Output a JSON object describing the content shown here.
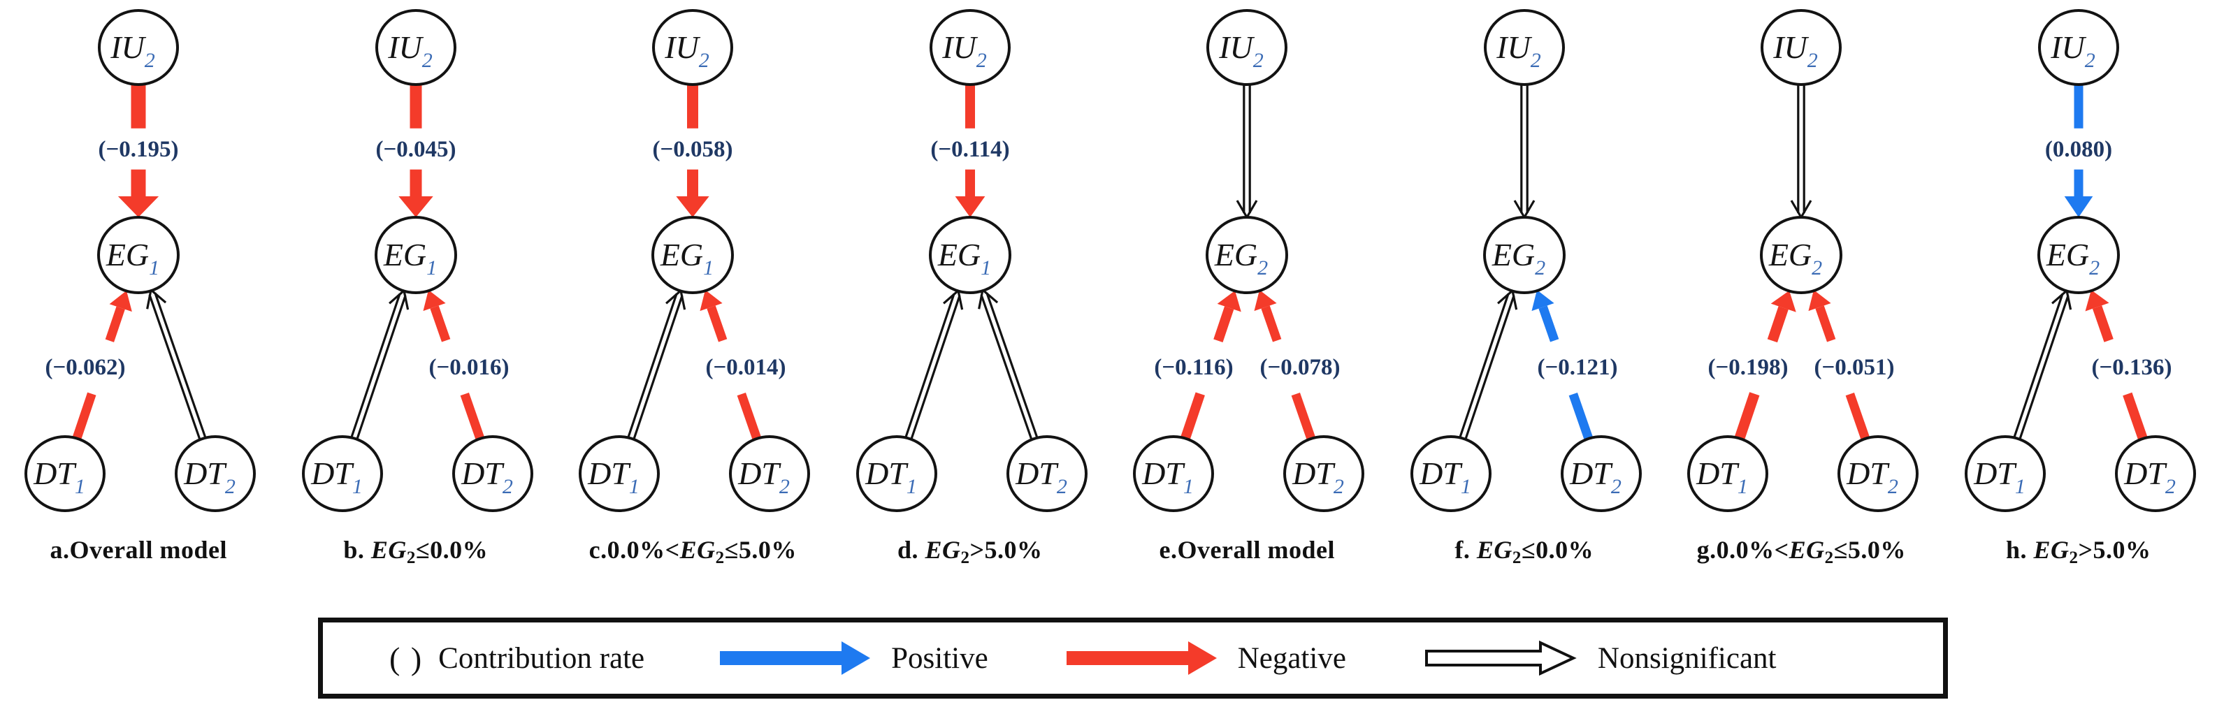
{
  "figure": {
    "colors": {
      "positive": "#1e7af0",
      "negative": "#f43b2a",
      "nonsignificant": "#121212",
      "label_text": "#1f3864",
      "node_text": "#141414",
      "node_sub": "#3a6bb5",
      "caption": "#111111"
    },
    "diagrams": [
      {
        "id": "a",
        "caption_parts": [
          {
            "t": "a.Overall model"
          }
        ],
        "nodes": {
          "top": {
            "base": "IU",
            "sub": "2"
          },
          "mid": {
            "base": "EG",
            "sub": "1"
          },
          "bl": {
            "base": "DT",
            "sub": "1"
          },
          "br": {
            "base": "DT",
            "sub": "2"
          }
        },
        "edges": {
          "top_mid": {
            "type": "negative",
            "label": "(−0.195)",
            "w": 21
          },
          "bl_mid": {
            "type": "negative",
            "label": "(−0.062)",
            "w": 13
          },
          "br_mid": {
            "type": "nonsignificant"
          }
        }
      },
      {
        "id": "b",
        "caption_parts": [
          {
            "t": "b. "
          },
          {
            "t": "EG",
            "it": true
          },
          {
            "t": "2",
            "sb": true
          },
          {
            "t": "≤0.0%"
          }
        ],
        "nodes": {
          "top": {
            "base": "IU",
            "sub": "2"
          },
          "mid": {
            "base": "EG",
            "sub": "1"
          },
          "bl": {
            "base": "DT",
            "sub": "1"
          },
          "br": {
            "base": "DT",
            "sub": "2"
          }
        },
        "edges": {
          "top_mid": {
            "type": "negative",
            "label": "(−0.045)",
            "w": 17
          },
          "bl_mid": {
            "type": "nonsignificant"
          },
          "br_mid": {
            "type": "negative",
            "label": "(−0.016)",
            "w": 13
          }
        }
      },
      {
        "id": "c",
        "caption_parts": [
          {
            "t": "c.0.0%<"
          },
          {
            "t": "EG",
            "it": true
          },
          {
            "t": "2",
            "sb": true
          },
          {
            "t": "≤5.0%"
          }
        ],
        "nodes": {
          "top": {
            "base": "IU",
            "sub": "2"
          },
          "mid": {
            "base": "EG",
            "sub": "1"
          },
          "bl": {
            "base": "DT",
            "sub": "1"
          },
          "br": {
            "base": "DT",
            "sub": "2"
          }
        },
        "edges": {
          "top_mid": {
            "type": "negative",
            "label": "(−0.058)",
            "w": 16
          },
          "bl_mid": {
            "type": "nonsignificant"
          },
          "br_mid": {
            "type": "negative",
            "label": "(−0.014)",
            "w": 13
          }
        }
      },
      {
        "id": "d",
        "caption_parts": [
          {
            "t": "d. "
          },
          {
            "t": "EG",
            "it": true
          },
          {
            "t": "2",
            "sb": true
          },
          {
            "t": ">5.0%"
          }
        ],
        "nodes": {
          "top": {
            "base": "IU",
            "sub": "2"
          },
          "mid": {
            "base": "EG",
            "sub": "1"
          },
          "bl": {
            "base": "DT",
            "sub": "1"
          },
          "br": {
            "base": "DT",
            "sub": "2"
          }
        },
        "edges": {
          "top_mid": {
            "type": "negative",
            "label": "(−0.114)",
            "w": 14
          },
          "bl_mid": {
            "type": "nonsignificant"
          },
          "br_mid": {
            "type": "nonsignificant"
          }
        }
      },
      {
        "id": "e",
        "caption_parts": [
          {
            "t": "e.Overall model"
          }
        ],
        "nodes": {
          "top": {
            "base": "IU",
            "sub": "2"
          },
          "mid": {
            "base": "EG",
            "sub": "2"
          },
          "bl": {
            "base": "DT",
            "sub": "1"
          },
          "br": {
            "base": "DT",
            "sub": "2"
          }
        },
        "edges": {
          "top_mid": {
            "type": "nonsignificant"
          },
          "bl_mid": {
            "type": "negative",
            "label": "(−0.116)",
            "w": 14
          },
          "br_mid": {
            "type": "negative",
            "label": "(−0.078)",
            "w": 13
          }
        }
      },
      {
        "id": "f",
        "caption_parts": [
          {
            "t": "f. "
          },
          {
            "t": "EG",
            "it": true
          },
          {
            "t": "2",
            "sb": true
          },
          {
            "t": "≤0.0%"
          }
        ],
        "nodes": {
          "top": {
            "base": "IU",
            "sub": "2"
          },
          "mid": {
            "base": "EG",
            "sub": "2"
          },
          "bl": {
            "base": "DT",
            "sub": "1"
          },
          "br": {
            "base": "DT",
            "sub": "2"
          }
        },
        "edges": {
          "top_mid": {
            "type": "nonsignificant"
          },
          "bl_mid": {
            "type": "nonsignificant"
          },
          "br_mid": {
            "type": "positive",
            "label": "(−0.121)",
            "w": 13
          }
        }
      },
      {
        "id": "g",
        "caption_parts": [
          {
            "t": "g.0.0%<"
          },
          {
            "t": "EG",
            "it": true
          },
          {
            "t": "2",
            "sb": true
          },
          {
            "t": "≤5.0%"
          }
        ],
        "nodes": {
          "top": {
            "base": "IU",
            "sub": "2"
          },
          "mid": {
            "base": "EG",
            "sub": "2"
          },
          "bl": {
            "base": "DT",
            "sub": "1"
          },
          "br": {
            "base": "DT",
            "sub": "2"
          }
        },
        "edges": {
          "top_mid": {
            "type": "nonsignificant"
          },
          "bl_mid": {
            "type": "negative",
            "label": "(−0.198)",
            "w": 15
          },
          "br_mid": {
            "type": "negative",
            "label": "(−0.051)",
            "w": 13
          }
        }
      },
      {
        "id": "h",
        "caption_parts": [
          {
            "t": "h. "
          },
          {
            "t": "EG",
            "it": true
          },
          {
            "t": "2",
            "sb": true
          },
          {
            "t": ">5.0%"
          }
        ],
        "nodes": {
          "top": {
            "base": "IU",
            "sub": "2"
          },
          "mid": {
            "base": "EG",
            "sub": "2"
          },
          "bl": {
            "base": "DT",
            "sub": "1"
          },
          "br": {
            "base": "DT",
            "sub": "2"
          }
        },
        "edges": {
          "top_mid": {
            "type": "positive",
            "label": "(0.080)",
            "w": 13
          },
          "bl_mid": {
            "type": "nonsignificant"
          },
          "br_mid": {
            "type": "negative",
            "label": "(−0.136)",
            "w": 14
          }
        }
      }
    ],
    "legend": {
      "paren_symbol": "( )",
      "paren_label": "Contribution rate",
      "positive_label": "Positive",
      "negative_label": "Negative",
      "nonsignificant_label": "Nonsignificant"
    }
  }
}
